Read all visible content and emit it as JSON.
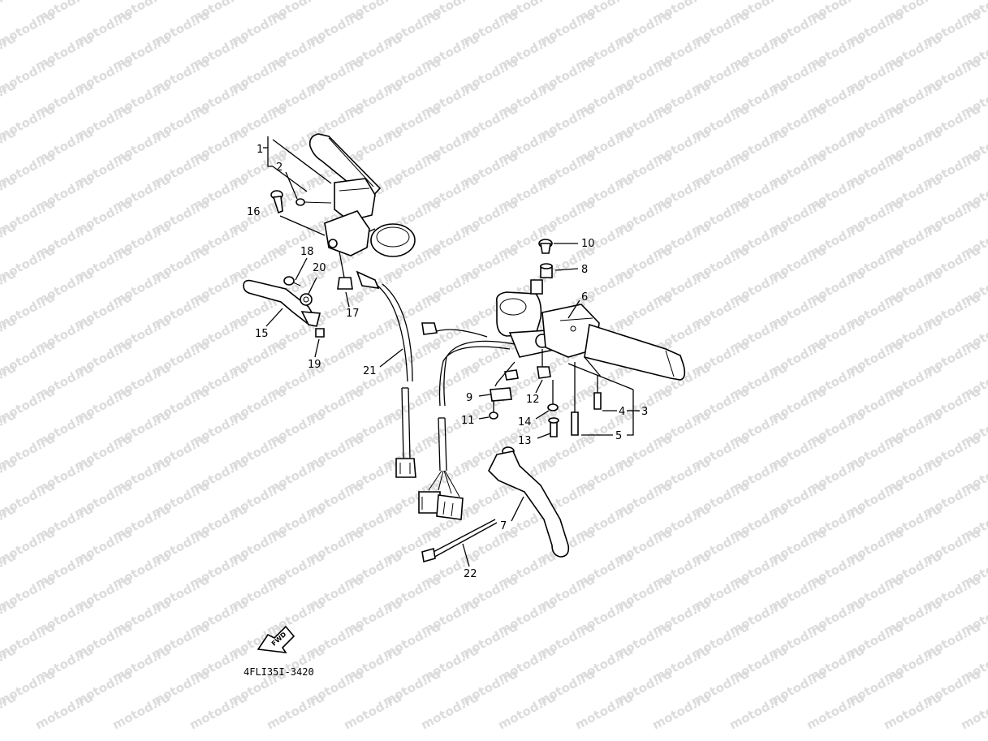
{
  "watermark": "motod.ru",
  "diagram_code": "4FLI35I-3420",
  "fwd_label": "FWD",
  "callouts": {
    "c1": "1",
    "c2": "2",
    "c3": "3",
    "c4": "4",
    "c5": "5",
    "c6": "6",
    "c7": "7",
    "c8": "8",
    "c9": "9",
    "c10": "10",
    "c11": "11",
    "c12": "12",
    "c13": "13",
    "c14": "14",
    "c15": "15",
    "c16": "16",
    "c17": "17",
    "c18": "18",
    "c19": "19",
    "c20": "20",
    "c21": "21",
    "c22": "22"
  }
}
